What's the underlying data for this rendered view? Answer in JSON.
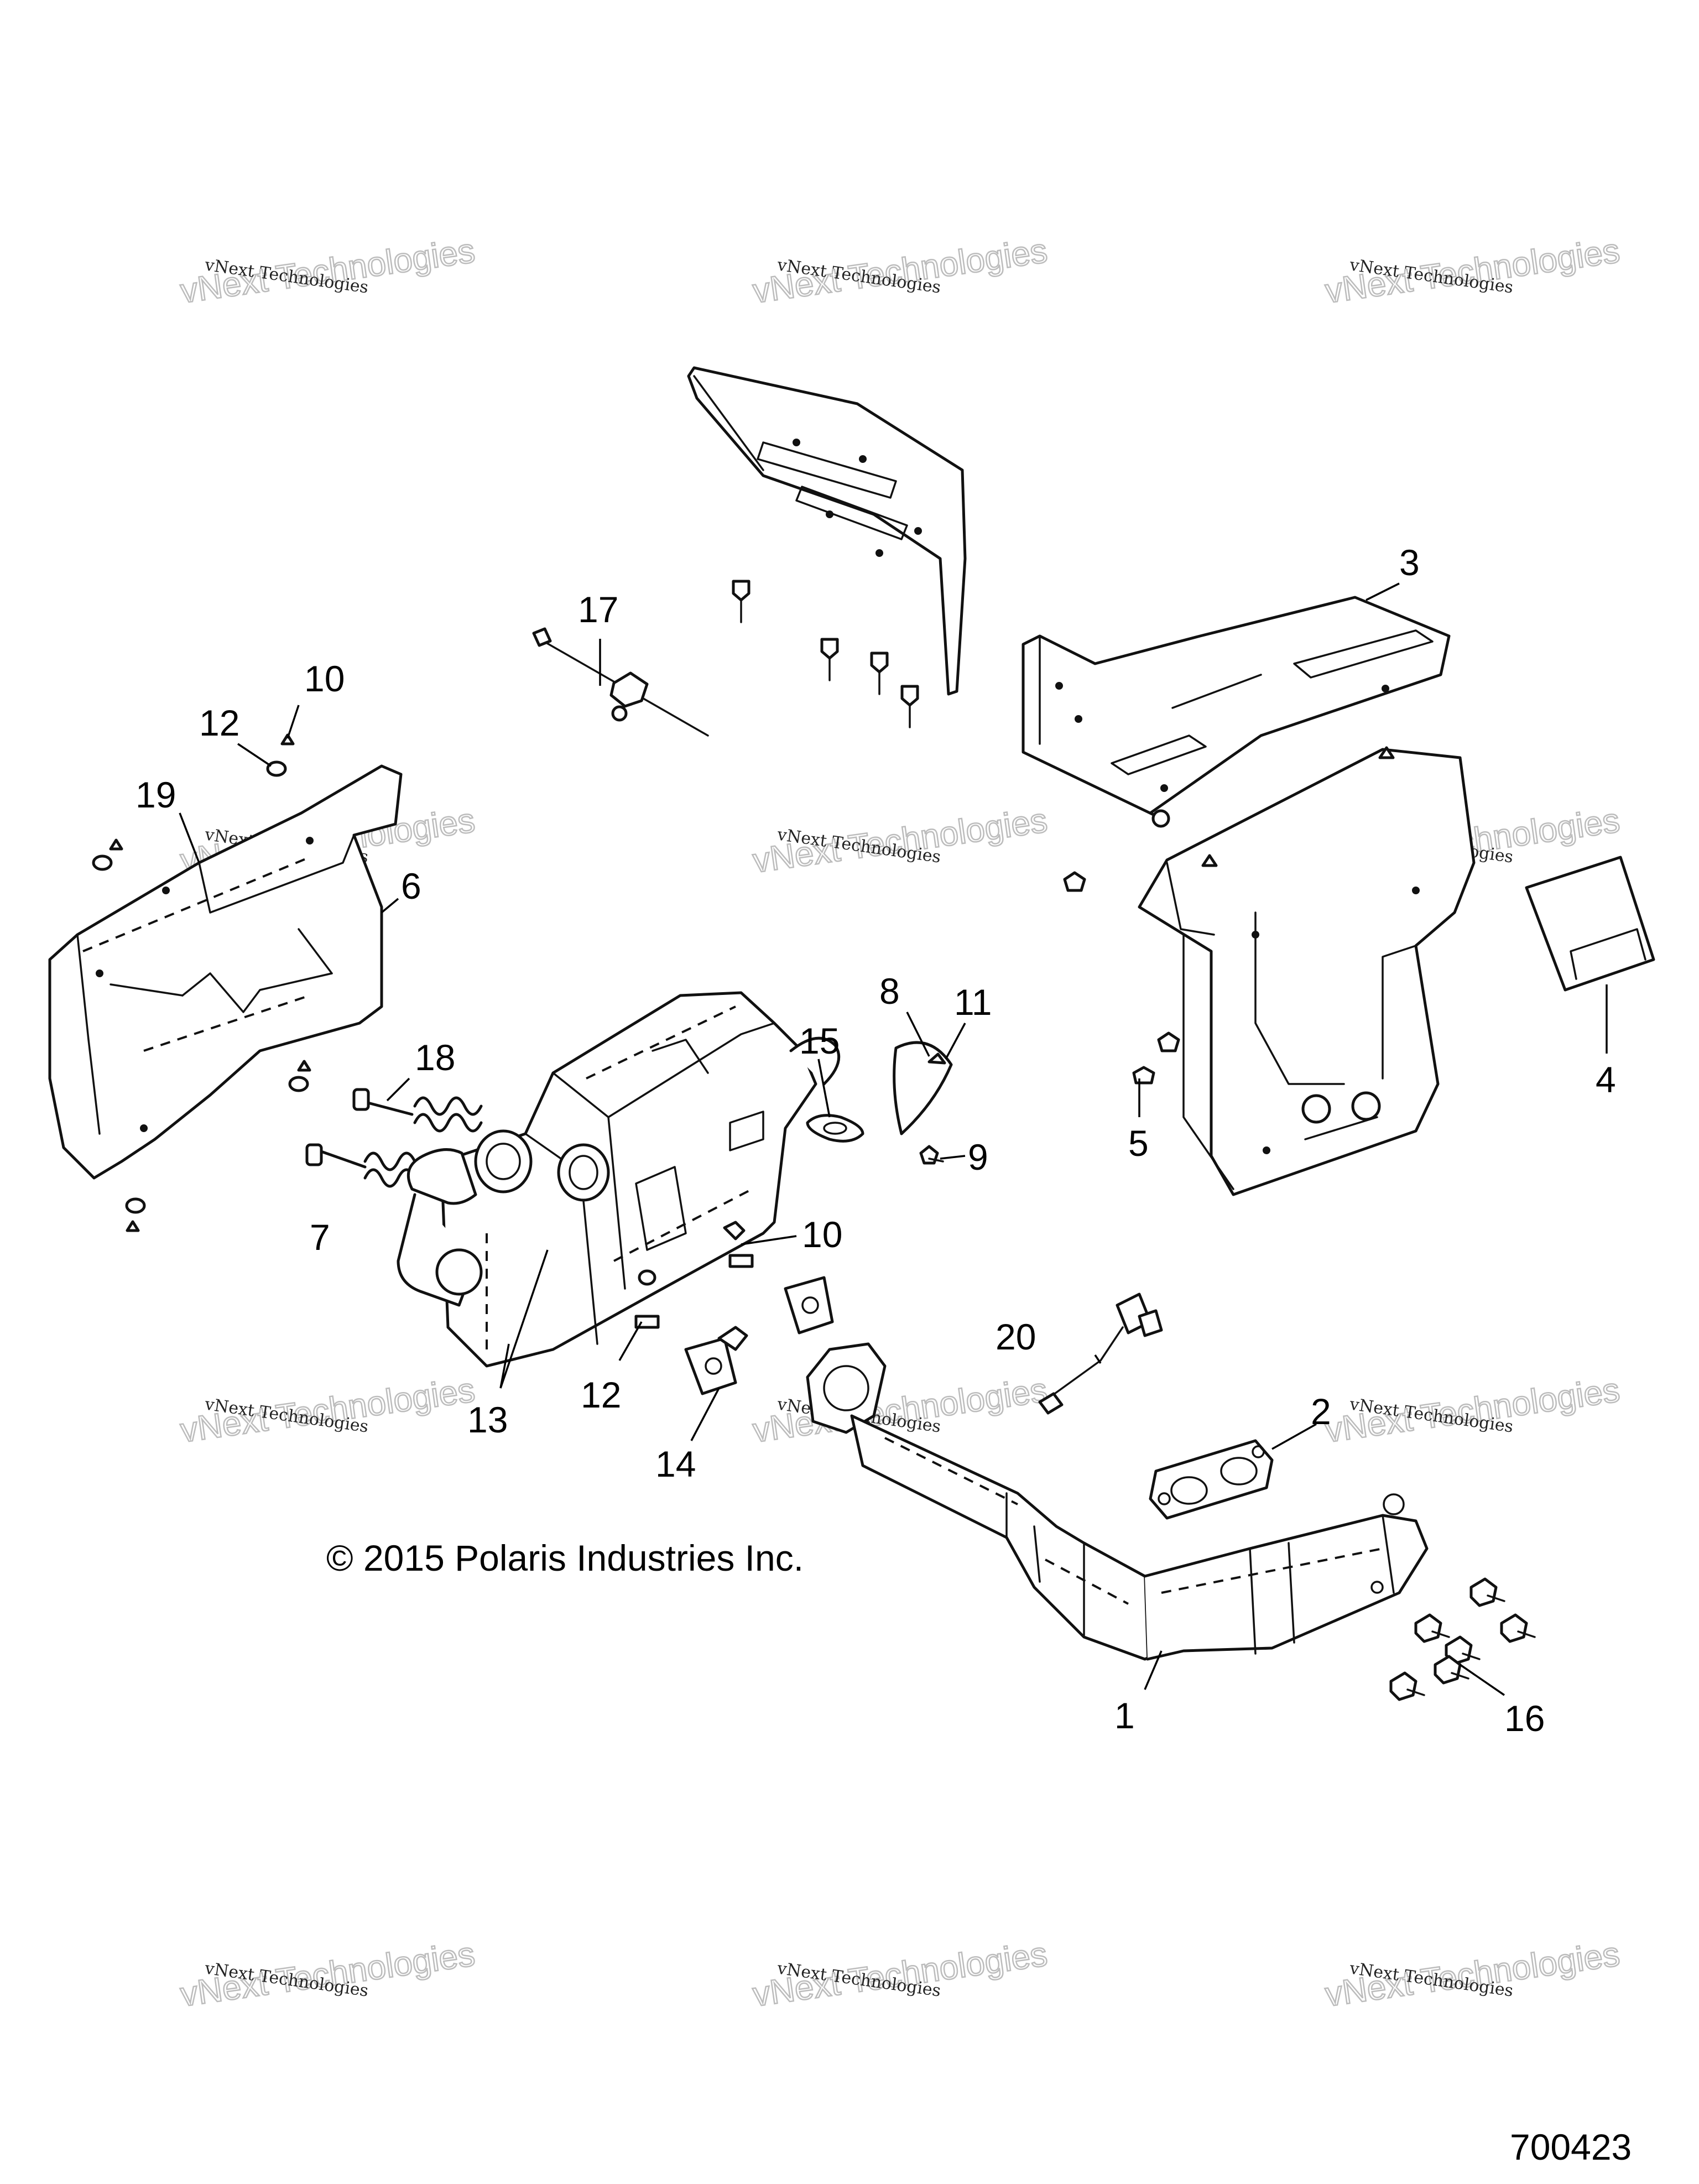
{
  "callouts": [
    {
      "id": "1",
      "text": "1"
    },
    {
      "id": "2",
      "text": "2"
    },
    {
      "id": "3",
      "text": "3"
    },
    {
      "id": "4",
      "text": "4"
    },
    {
      "id": "5",
      "text": "5"
    },
    {
      "id": "6",
      "text": "6"
    },
    {
      "id": "7",
      "text": "7"
    },
    {
      "id": "8",
      "text": "8"
    },
    {
      "id": "9",
      "text": "9"
    },
    {
      "id": "10a",
      "text": "10"
    },
    {
      "id": "10b",
      "text": "10"
    },
    {
      "id": "11",
      "text": "11"
    },
    {
      "id": "12a",
      "text": "12"
    },
    {
      "id": "12b",
      "text": "12"
    },
    {
      "id": "13",
      "text": "13"
    },
    {
      "id": "14",
      "text": "14"
    },
    {
      "id": "15",
      "text": "15"
    },
    {
      "id": "16",
      "text": "16"
    },
    {
      "id": "17",
      "text": "17"
    },
    {
      "id": "18",
      "text": "18"
    },
    {
      "id": "19",
      "text": "19"
    },
    {
      "id": "20",
      "text": "20"
    }
  ],
  "copyright": "© 2015 Polaris Industries Inc.",
  "document_number": "700423",
  "watermark": {
    "line1": "vNext Technologies",
    "line2": "vNext Technologies"
  }
}
